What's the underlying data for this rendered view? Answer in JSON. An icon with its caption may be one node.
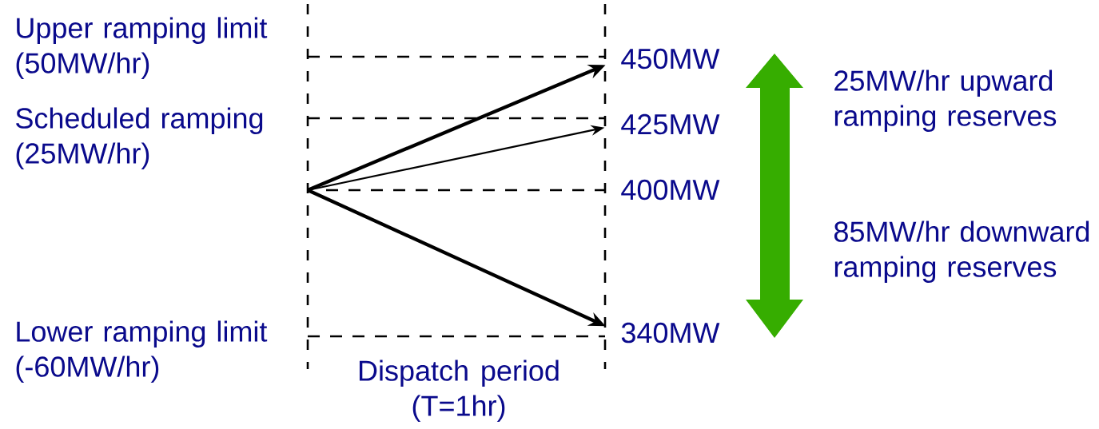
{
  "diagram": {
    "nodes": [
      {
        "text": [
          "450MW"
        ]
      },
      {
        "text": [
          "425MW"
        ]
      },
      {
        "text": [
          "340MW"
        ]
      }
    ],
    "edges": [
      {
        "from": null,
        "to": 0,
        "arrow": "to"
      },
      {
        "from": null,
        "to": 1,
        "arrow": "to"
      },
      {
        "from": null,
        "to": 2,
        "arrow": "to"
      }
    ],
    "labels": [
      "Upper ramping limit (50MW/hr)",
      "25MW/hr upward ramping reserves",
      "Scheduled ramping (25MW/hr)",
      "400MW",
      "85MW/hr downward ramping reserves",
      "Lower ramping limit (-60MW/hr)",
      "Dispatch period (T=1hr)"
    ]
  }
}
